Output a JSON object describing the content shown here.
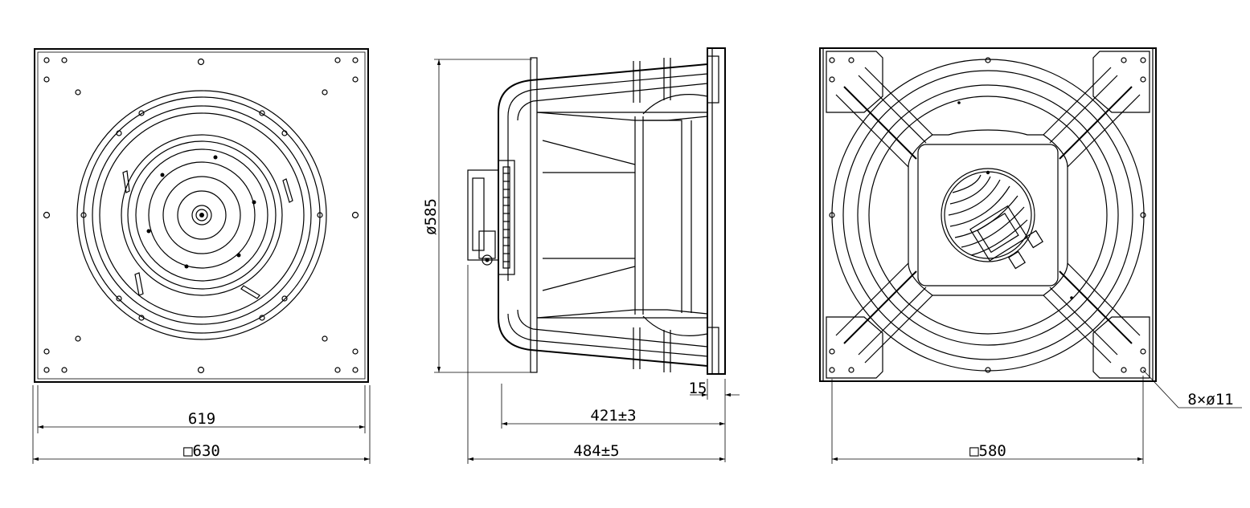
{
  "front_view": {
    "dim_frame_width": "619",
    "dim_plate_size": "□630"
  },
  "side_view": {
    "dim_diameter": "ø585",
    "dim_depth_inner": "421±3",
    "dim_depth_total": "484±5",
    "dim_plate_thickness": "15"
  },
  "rear_view": {
    "dim_square": "□580",
    "dim_holes": "8×ø11"
  }
}
